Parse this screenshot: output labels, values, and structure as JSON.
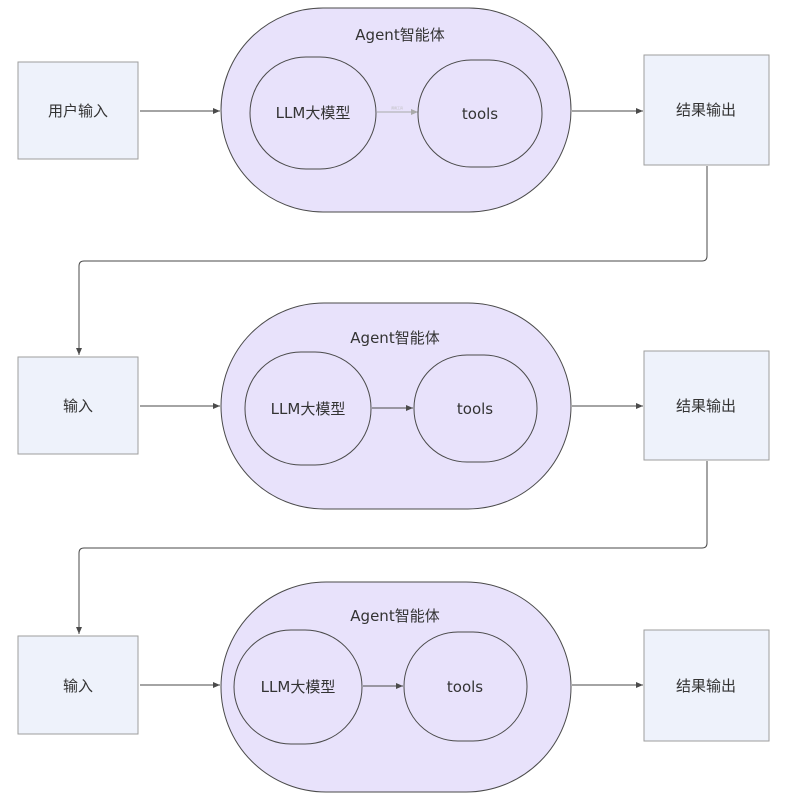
{
  "diagram": {
    "rows": [
      {
        "input_label": "用户输入",
        "agent_label": "Agent智能体",
        "llm_label": "LLM大模型",
        "edge_label": "调用工具",
        "tools_label": "tools",
        "output_label": "结果输出"
      },
      {
        "input_label": "输入",
        "agent_label": "Agent智能体",
        "llm_label": "LLM大模型",
        "tools_label": "tools",
        "output_label": "结果输出"
      },
      {
        "input_label": "输入",
        "agent_label": "Agent智能体",
        "llm_label": "LLM大模型",
        "tools_label": "tools",
        "output_label": "结果输出"
      }
    ]
  }
}
